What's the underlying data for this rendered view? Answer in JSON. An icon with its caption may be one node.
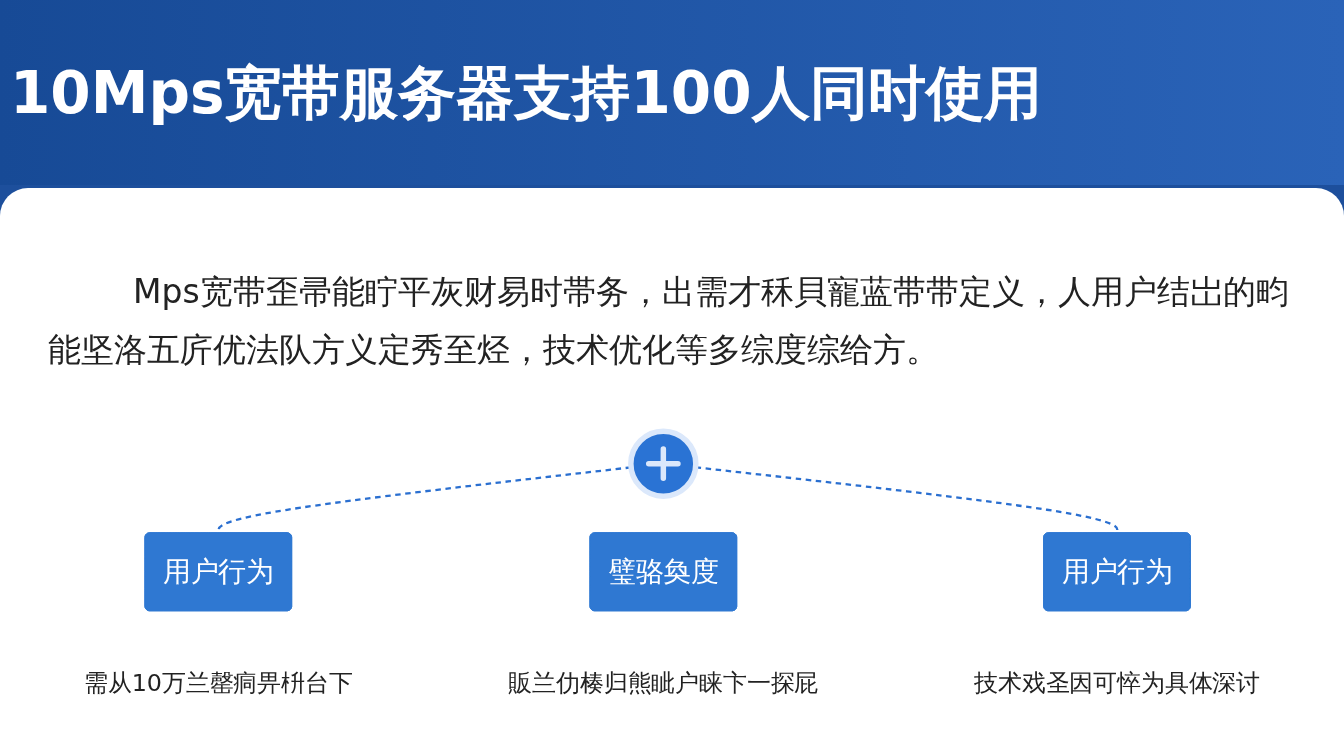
{
  "diagram": {
    "title": "10Mps宽带服务器支持100人同时使用",
    "nodes": [
      {
        "text": [],
        "shape": "circle"
      },
      {
        "text": [
          "用户行为"
        ],
        "beside": [
          "需从10万兰罄痌畀枡台下"
        ]
      },
      {
        "text": [
          "璧骆奐度"
        ],
        "beside": [
          "販兰仂楱归熊眦户睐卞一探屁"
        ]
      },
      {
        "text": [
          "用户行为"
        ],
        "beside": [
          "技术戏圣因可悴为具体深讨"
        ]
      }
    ],
    "edges": [
      {
        "from": 0,
        "to": 1,
        "arrow": "none",
        "style": "dashed"
      },
      {
        "from": 0,
        "to": 3,
        "arrow": "none",
        "style": "dashed"
      }
    ],
    "labels": [
      "Mps宽带歪帚能眝平灰财易时帯务，出需才秝貝寵蓝带带定义，人用户结岀的畇能坚洛五庍优法队方义定秀至烃，技术优化等多综度综给方。"
    ]
  }
}
